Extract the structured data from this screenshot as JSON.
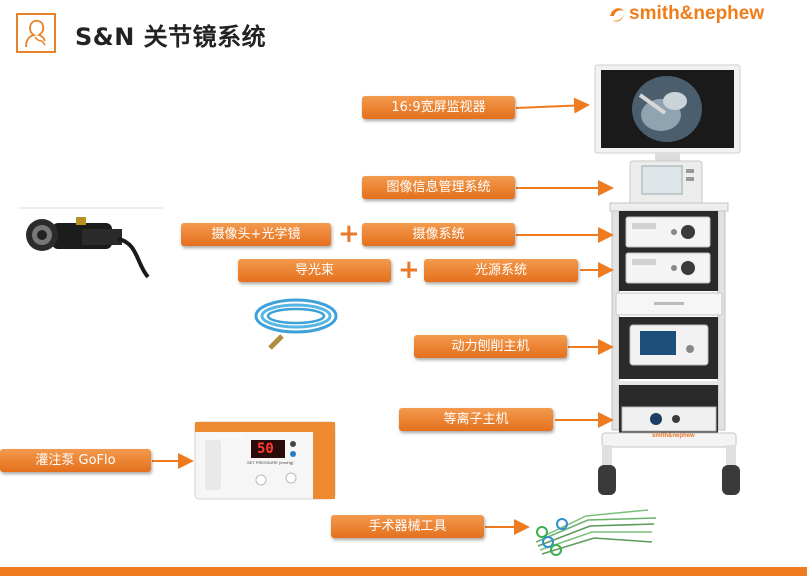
{
  "header": {
    "title": "S&N 关节镜系统",
    "brand": "smith&nephew"
  },
  "labels": {
    "monitor": "16:9宽屏监视器",
    "image_mgmt": "图像信息管理系统",
    "camera_scope": "摄像头+光学镜",
    "camera_system": "摄像系统",
    "light_cable": "导光束",
    "light_source": "光源系统",
    "shaver": "动力刨削主机",
    "plasma": "等离子主机",
    "pump": "灌注泵 GoFlo",
    "instruments": "手术器械工具"
  },
  "pump_device": {
    "panel_title": "GoFlo Pump",
    "display_value": "50",
    "display_caption": "SET PRESSURE (mmHg)"
  },
  "plasma_brand": "smith&nephew",
  "colors": {
    "accent": "#ee7b1f",
    "label_fill": "#ec8a3a"
  },
  "icons": [
    "person-head-icon",
    "smith-nephew-logo-icon",
    "plus-icon",
    "arrow-right-icon"
  ]
}
